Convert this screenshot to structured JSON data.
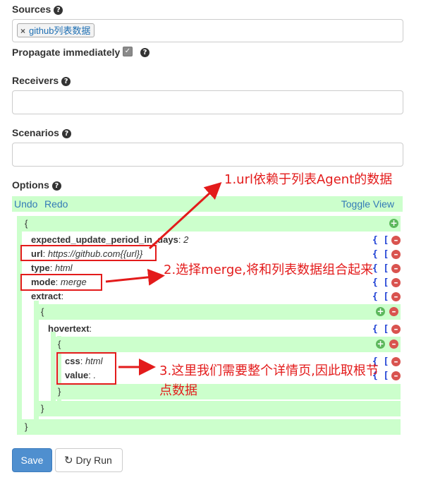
{
  "sources": {
    "label": "Sources",
    "help": "?",
    "tag_remove": "×",
    "tag_label": "github列表数据"
  },
  "propagate": {
    "label": "Propagate immediately",
    "checked": true,
    "help": "?"
  },
  "receivers": {
    "label": "Receivers",
    "help": "?",
    "value": ""
  },
  "scenarios": {
    "label": "Scenarios",
    "help": "?",
    "value": ""
  },
  "options": {
    "label": "Options",
    "help": "?",
    "undo": "Undo",
    "redo": "Redo",
    "toggle_view": "Toggle View",
    "json_lines": {
      "open_root": "{",
      "expected_key": "expected_update_period_in_days",
      "expected_val": "2",
      "url_key": "url",
      "url_val": "https://github.com{{url}}",
      "type_key": "type",
      "type_val": "html",
      "mode_key": "mode",
      "mode_val": "merge",
      "extract_key": "extract",
      "open_extract": "{",
      "hovertext_key": "hovertext",
      "open_hovertext": "{",
      "css_key": "css",
      "css_val": "html",
      "value_key": "value",
      "value_val": ".",
      "close_hovertext": "}",
      "close_extract": "}",
      "close_root": "}",
      "colon": ":",
      "brackets": "{ ["
    }
  },
  "annotations": {
    "a1": "1.url依赖于列表Agent的数据",
    "a2": "2.选择merge,将和列表数据组合起来",
    "a3_line1": "3.这里我们需要整个详情页,因此取根节",
    "a3_line2": "点数据"
  },
  "buttons": {
    "save": "Save",
    "dry_run": "Dry Run"
  },
  "colors": {
    "accent_red": "#e31b1b",
    "green_row": "#ccffcc",
    "primary": "#4f8fcf"
  }
}
